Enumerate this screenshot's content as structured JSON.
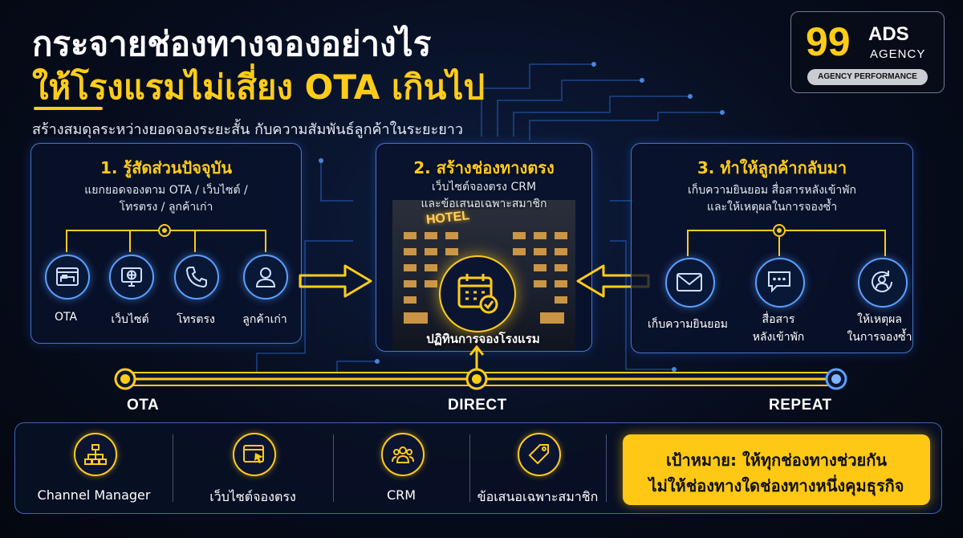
{
  "header": {
    "title_line1": "กระจายช่องทางจองอย่างไร",
    "title_line2": "ให้โรงแรมไม่เสี่ยง OTA เกินไป",
    "subtitle": "สร้างสมดุลระหว่างยอดจองระยะสั้น กับความสัมพันธ์ลูกค้าในระยะยาว"
  },
  "logo": {
    "number": "99",
    "ads": "ADS",
    "agency": "AGENCY",
    "tagline": "AGENCY PERFORMANCE"
  },
  "panel1": {
    "title": "1. รู้สัดส่วนปัจจุบัน",
    "desc_line1": "แยกยอดจองตาม OTA / เว็บไซต์ /",
    "desc_line2": "โทรตรง / ลูกค้าเก่า",
    "items": [
      {
        "label": "OTA",
        "icon": "bed-window-icon"
      },
      {
        "label": "เว็บไซต์",
        "icon": "monitor-globe-icon"
      },
      {
        "label": "โทรตรง",
        "icon": "phone-icon"
      },
      {
        "label": "ลูกค้าเก่า",
        "icon": "person-icon"
      }
    ]
  },
  "panel2": {
    "title": "2. สร้างช่องทางตรง",
    "desc_line1": "เว็บไซต์จองตรง CRM",
    "desc_line2": "และข้อเสนอเฉพาะสมาชิก",
    "hotel_sign": "HOTEL",
    "calendar_label": "ปฏิทินการจองโรงแรม"
  },
  "panel3": {
    "title": "3. ทำให้ลูกค้ากลับมา",
    "desc_line1": "เก็บความยินยอม สื่อสารหลังเข้าพัก",
    "desc_line2": "และให้เหตุผลในการจองซ้ำ",
    "items": [
      {
        "line1": "เก็บความยินยอม",
        "line2": "",
        "icon": "envelope-icon"
      },
      {
        "line1": "สื่อสาร",
        "line2": "หลังเข้าพัก",
        "icon": "chat-icon"
      },
      {
        "line1": "ให้เหตุผล",
        "line2": "ในการจองซ้ำ",
        "icon": "repeat-person-icon"
      }
    ]
  },
  "timeline": {
    "labels": [
      "OTA",
      "DIRECT",
      "REPEAT"
    ]
  },
  "bottom": {
    "items": [
      {
        "label": "Channel Manager",
        "icon": "network-icon"
      },
      {
        "label": "เว็บไซต์จองตรง",
        "icon": "browser-cursor-icon"
      },
      {
        "label": "CRM",
        "icon": "group-icon"
      },
      {
        "label": "ข้อเสนอเฉพาะสมาชิก",
        "icon": "tag-icon"
      }
    ],
    "goal_line1": "เป้าหมาย: ให้ทุกช่องทางช่วยกัน",
    "goal_line2": "ไม่ให้ช่องทางใดช่องทางหนึ่งคุมธุรกิจ"
  },
  "colors": {
    "accent": "#ffcc1a",
    "glow_blue": "#5aa0ff",
    "background": "#070d1e"
  }
}
